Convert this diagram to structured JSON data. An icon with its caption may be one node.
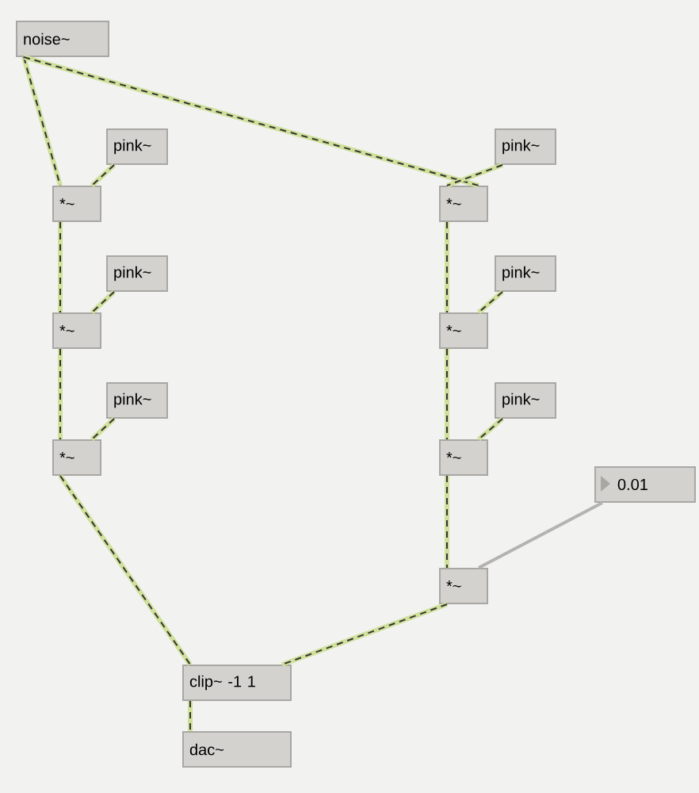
{
  "diagram": {
    "nodes": [
      {
        "text": [
          "noise~"
        ]
      },
      {
        "text": [
          "pink~"
        ]
      },
      {
        "text": [
          "*~"
        ]
      },
      {
        "text": [
          "pink~"
        ]
      },
      {
        "text": [
          "*~"
        ]
      },
      {
        "text": [
          "pink~"
        ]
      },
      {
        "text": [
          "*~"
        ]
      },
      {
        "text": [
          "pink~"
        ]
      },
      {
        "text": [
          "*~"
        ]
      },
      {
        "text": [
          "pink~"
        ]
      },
      {
        "text": [
          "*~"
        ]
      },
      {
        "text": [
          "pink~"
        ]
      },
      {
        "text": [
          "*~"
        ]
      },
      {
        "text": [
          "0.01"
        ]
      },
      {
        "text": [
          "*~"
        ]
      },
      {
        "text": [
          "clip~ -1 1"
        ]
      },
      {
        "text": [
          "dac~"
        ]
      }
    ],
    "edges": [
      {
        "from": 0,
        "to": 2,
        "arrow": "none"
      },
      {
        "from": 0,
        "to": 8,
        "arrow": "none"
      },
      {
        "from": 1,
        "to": 2,
        "arrow": "none"
      },
      {
        "from": 2,
        "to": 4,
        "arrow": "none"
      },
      {
        "from": 3,
        "to": 4,
        "arrow": "none"
      },
      {
        "from": 4,
        "to": 6,
        "arrow": "none"
      },
      {
        "from": 5,
        "to": 6,
        "arrow": "none"
      },
      {
        "from": 6,
        "to": 15,
        "arrow": "none"
      },
      {
        "from": 7,
        "to": 8,
        "arrow": "none"
      },
      {
        "from": 8,
        "to": 10,
        "arrow": "none"
      },
      {
        "from": 9,
        "to": 10,
        "arrow": "none"
      },
      {
        "from": 10,
        "to": 12,
        "arrow": "none"
      },
      {
        "from": 11,
        "to": 12,
        "arrow": "none"
      },
      {
        "from": 12,
        "to": 14,
        "arrow": "none"
      },
      {
        "from": 13,
        "to": 14,
        "arrow": "none",
        "color": "#b4b3b0"
      },
      {
        "from": 14,
        "to": 15,
        "arrow": "none"
      },
      {
        "from": 15,
        "to": 16,
        "arrow": "none"
      }
    ]
  }
}
